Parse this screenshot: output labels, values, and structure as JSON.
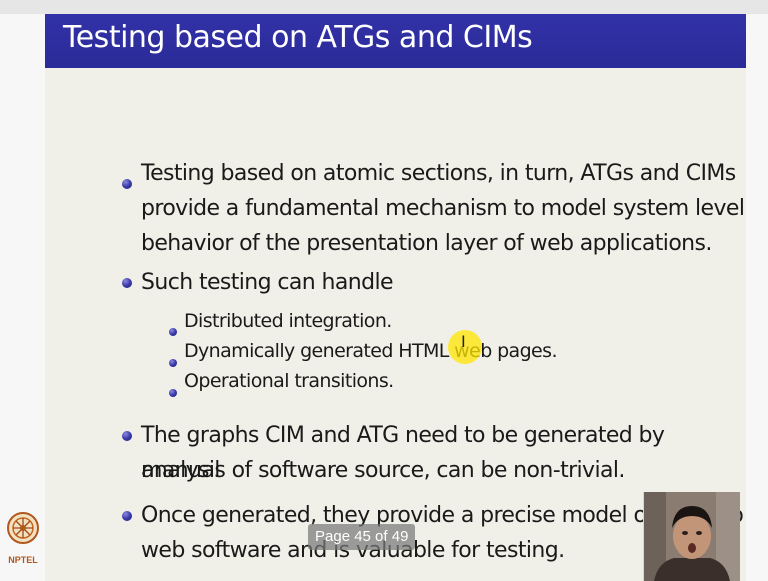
{
  "slide": {
    "title": "Testing based on ATGs and CIMs",
    "bullets": [
      {
        "lines": [
          "Testing based on atomic sections, in turn, ATGs and CIMs",
          "provide a fundamental mechanism to model system level",
          "behavior of the presentation layer of web applications."
        ]
      },
      {
        "lines": [
          "Such testing can handle"
        ],
        "subitems": [
          "Distributed integration.",
          "Dynamically generated HTML web pages.",
          "Operational transitions."
        ]
      },
      {
        "lines": [
          "The graphs CIM and ATG need to be generated by manual",
          "analysis of software source, can be non-trivial."
        ]
      },
      {
        "lines": [
          "Once generated, they provide a precise model of behavio",
          "web software and is valuable for testing."
        ]
      }
    ]
  },
  "page_indicator": "Page 45 of 49",
  "logo": {
    "text": "NPTEL"
  },
  "colors": {
    "title_bar": "#2d2d9f",
    "bullet": "#2b2b8f",
    "highlight": "#ffe600",
    "slide_background": "#f1f0e8"
  }
}
